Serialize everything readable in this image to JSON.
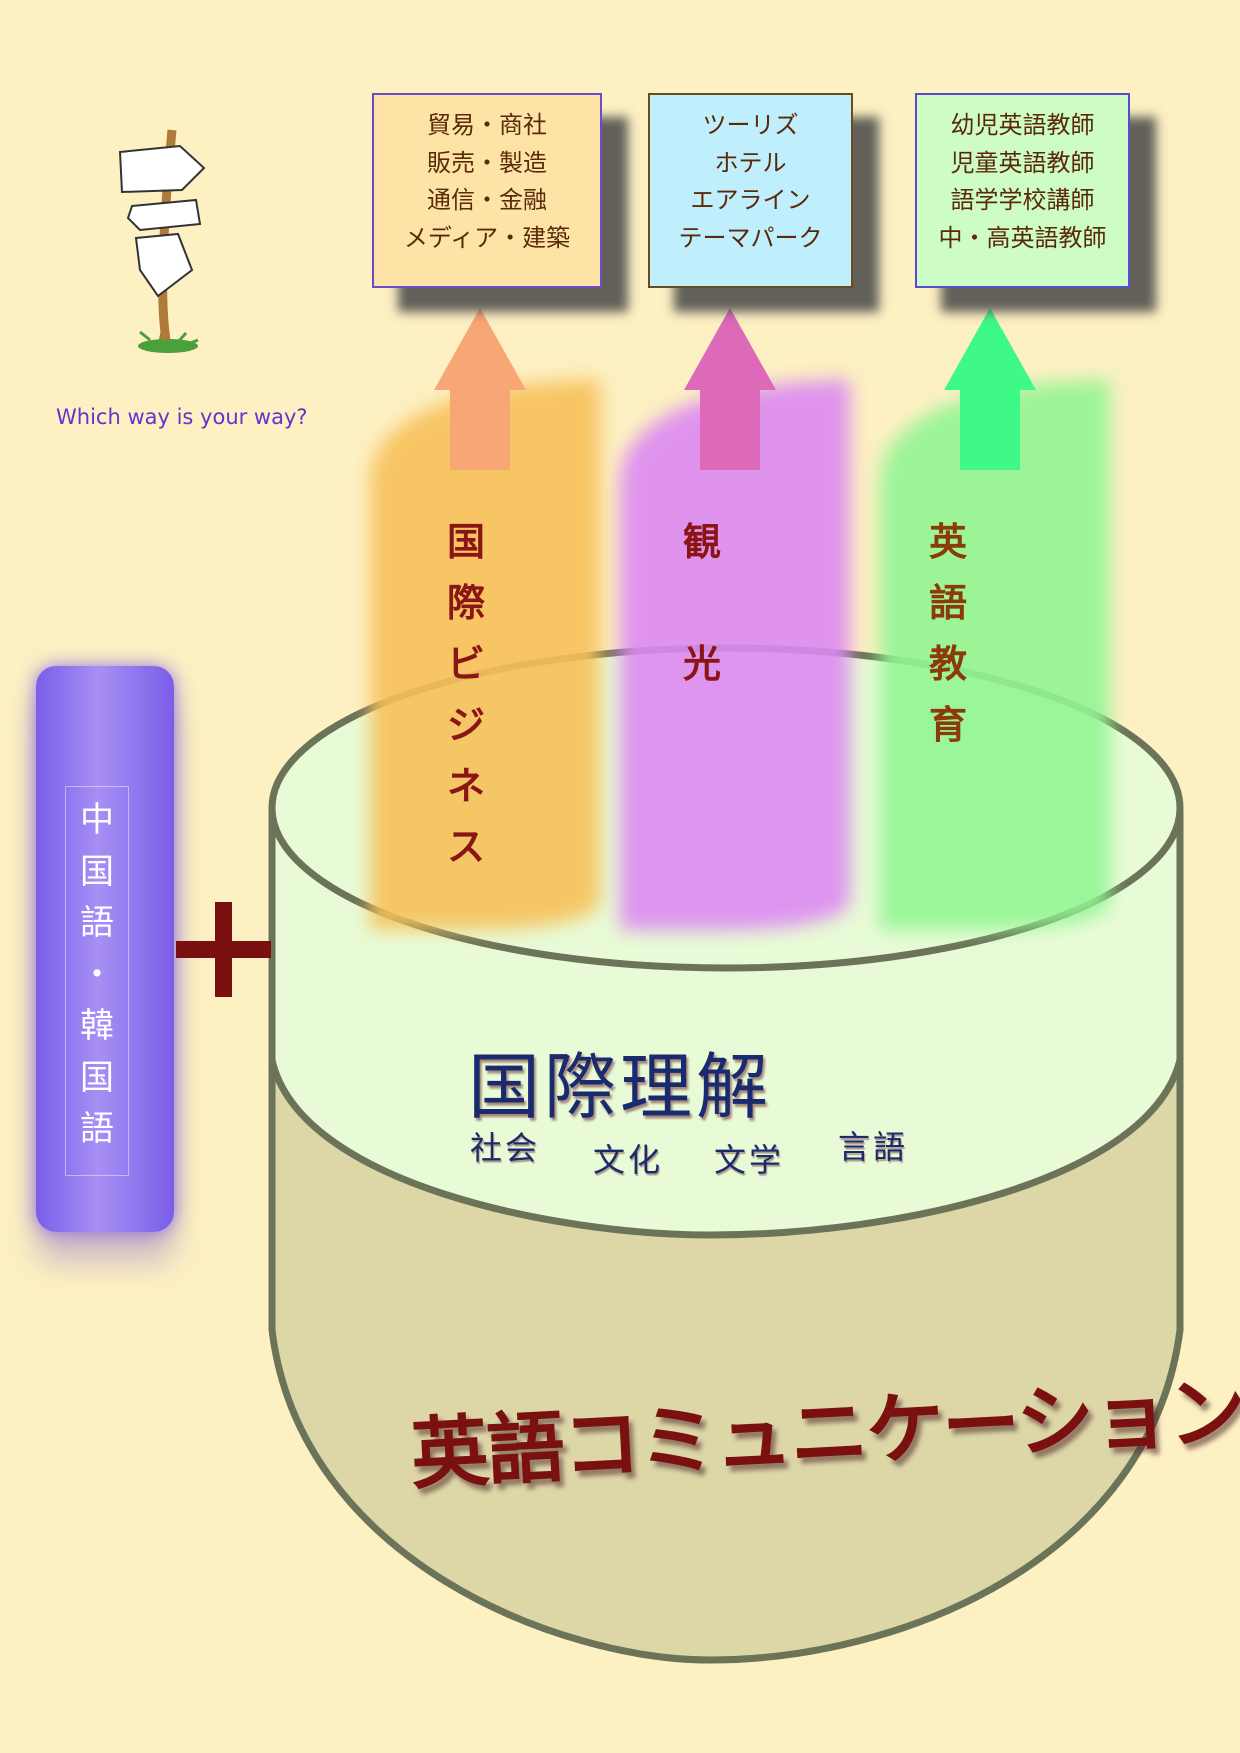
{
  "tagline": "Which way is your way?",
  "boxes": [
    {
      "lines": [
        "貿易・商社",
        "販売・製造",
        "通信・金融",
        "メディア・建築"
      ],
      "bg": "#fde3a6",
      "border": "#6d4ac8"
    },
    {
      "lines": [
        "ツーリズ",
        "ホテル",
        "エアライン",
        "テーマパーク"
      ],
      "bg": "#bfeefc",
      "border": "#6b4a20"
    },
    {
      "lines": [
        "幼児英語教師",
        "児童英語教師",
        "語学学校講師",
        "中・高英語教師"
      ],
      "bg": "#cdfcc5",
      "border": "#5a4ad0"
    }
  ],
  "paths": [
    {
      "chars": [
        "国",
        "際",
        "ビ",
        "ジ",
        "ネ",
        "ス"
      ],
      "color": "#f7c15a",
      "arrow": "#f9a676"
    },
    {
      "chars": [
        "観",
        "",
        "光"
      ],
      "color": "#dc8af2",
      "arrow": "#dc6ab9"
    },
    {
      "chars": [
        "英",
        "語",
        "教",
        "育"
      ],
      "color": "#93f593",
      "arrow": "#3ef887"
    }
  ],
  "side": {
    "chars": [
      "中",
      "国",
      "語",
      "・",
      "韓",
      "国",
      "語"
    ]
  },
  "understanding": {
    "title": "国際理解",
    "subs": [
      "社会",
      "文化",
      "文学",
      "言語"
    ]
  },
  "foundation": "英語コミュニケーション力",
  "colors": {
    "background": "#fdf0c3",
    "plus": "#7a0f0f",
    "drum_top": "#e8fbd6",
    "drum_body": "#ddd7a8",
    "drum_stroke": "#6b7358"
  }
}
